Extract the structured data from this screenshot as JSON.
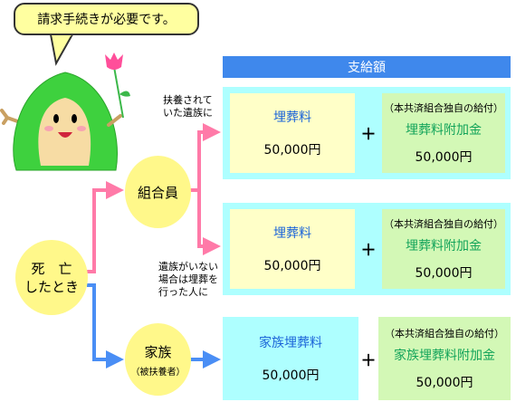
{
  "speech": "請求手続きが必要です。",
  "header": "支給額",
  "nodes": {
    "death": {
      "line1": "死　亡",
      "line2": "したとき"
    },
    "member": {
      "label": "組合員"
    },
    "family": {
      "label": "家族",
      "sub": "（被扶養者）"
    }
  },
  "conditions": {
    "dependents": [
      "扶養されて",
      "いた遺族に"
    ],
    "no_family": [
      "遺族がいない",
      "場合は埋葬を",
      "行った人に"
    ]
  },
  "rows": [
    {
      "left": {
        "title": "埋葬料",
        "amount": "50,000円"
      },
      "plus": "＋",
      "right": {
        "note": "（本共済組合独自の給付）",
        "title": "埋葬料附加金",
        "amount": "50,000円"
      }
    },
    {
      "left": {
        "title": "埋葬料",
        "amount": "50,000円"
      },
      "plus": "＋",
      "right": {
        "note": "（本共済組合独自の給付）",
        "title": "埋葬料附加金",
        "amount": "50,000円"
      }
    },
    {
      "left": {
        "title": "家族埋葬料",
        "amount": "50,000円"
      },
      "plus": "＋",
      "right": {
        "note": "（本共済組合独自の給付）",
        "title": "家族埋葬料附加金",
        "amount": "50,000円"
      }
    }
  ],
  "colors": {
    "header": "#3f88ec",
    "pink_arrow": "#ff7aa8",
    "blue_arrow": "#4a8ef5",
    "oval": "#fff88a",
    "panel": "#aeffff",
    "box_yellow": "#ffffc8",
    "box_green": "#d3f8b6",
    "text_blue": "#1b64d8",
    "text_green": "#13a45a"
  },
  "icons": [
    "mascot-character-icon",
    "tulip-icon"
  ]
}
